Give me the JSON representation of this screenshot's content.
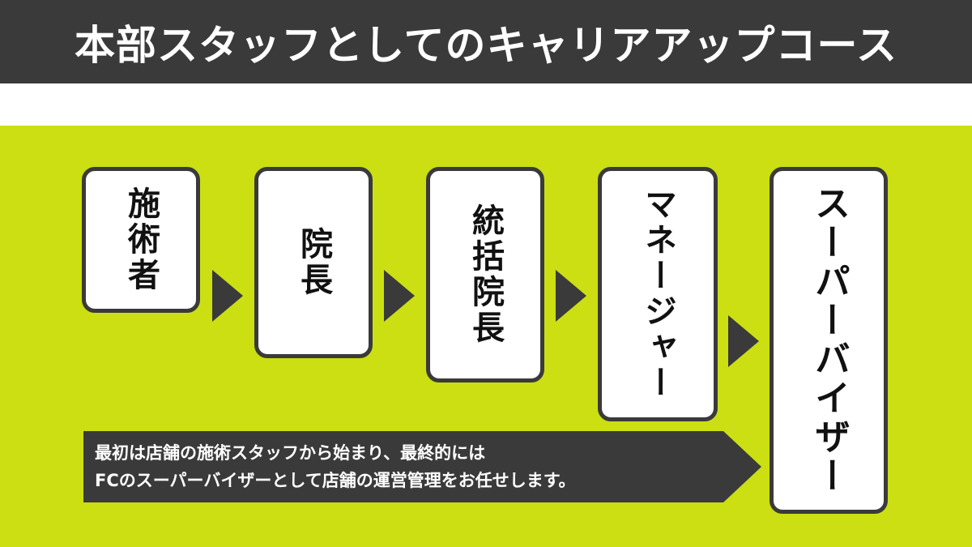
{
  "title": "本部スタッフとしてのキャリアアップコース",
  "steps": [
    {
      "label": "施術者"
    },
    {
      "label": "院長"
    },
    {
      "label": "統括院長"
    },
    {
      "label": "マネージャー"
    },
    {
      "label": "スーパーバイザー"
    }
  ],
  "description": {
    "line1": "最初は店舗の施術スタッフから始まり、最終的には",
    "line2": "FCのスーパーバイザーとして店舗の運営管理をお任せします。"
  },
  "colors": {
    "accent_green": "#cbdf12",
    "dark_gray": "#3a3a3a",
    "card_white": "#ffffff"
  }
}
